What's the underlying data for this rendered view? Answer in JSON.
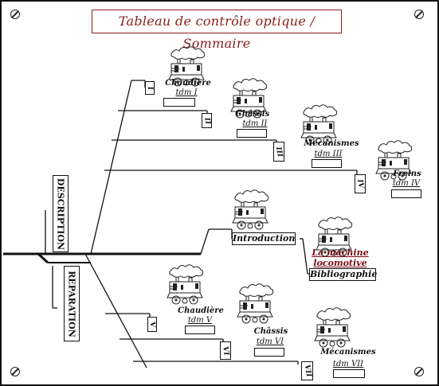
{
  "title": "Tableau de contrôle optique / Sommaire",
  "axes": {
    "description": "DESCRIPTION",
    "reparation": "REPARATION"
  },
  "chapters": {
    "chaudiere1": {
      "label": "Chaudière",
      "sub": "tdm I",
      "tag": "I"
    },
    "chassis1": {
      "label": "Châssis",
      "sub": "tdm II",
      "tag": "II"
    },
    "mecanismes1": {
      "label": "Mécanismes",
      "sub": "tdm III",
      "tag": "III"
    },
    "freins": {
      "label": "Freins",
      "sub": "tdm IV",
      "tag": "IV"
    },
    "chaudiere2": {
      "label": "Chaudière",
      "sub": "tdm V",
      "tag": "V"
    },
    "chassis2": {
      "label": "Châssis",
      "sub": "tdm VI",
      "tag": "VI"
    },
    "mecanismes2": {
      "label": "Mécanismes",
      "sub": "tdm VII",
      "tag": "VII"
    }
  },
  "links": {
    "introduction": "Introduction",
    "machine_line1": "La machine",
    "machine_line2": "locomotive",
    "bibliographie": "Bibliographie"
  },
  "icons": {
    "locomotive": "steam-locomotive-icon",
    "screw": "screw-icon"
  },
  "colors": {
    "accent": "#8b1c1c",
    "link_red": "#7a0b14",
    "ink": "#111111"
  }
}
